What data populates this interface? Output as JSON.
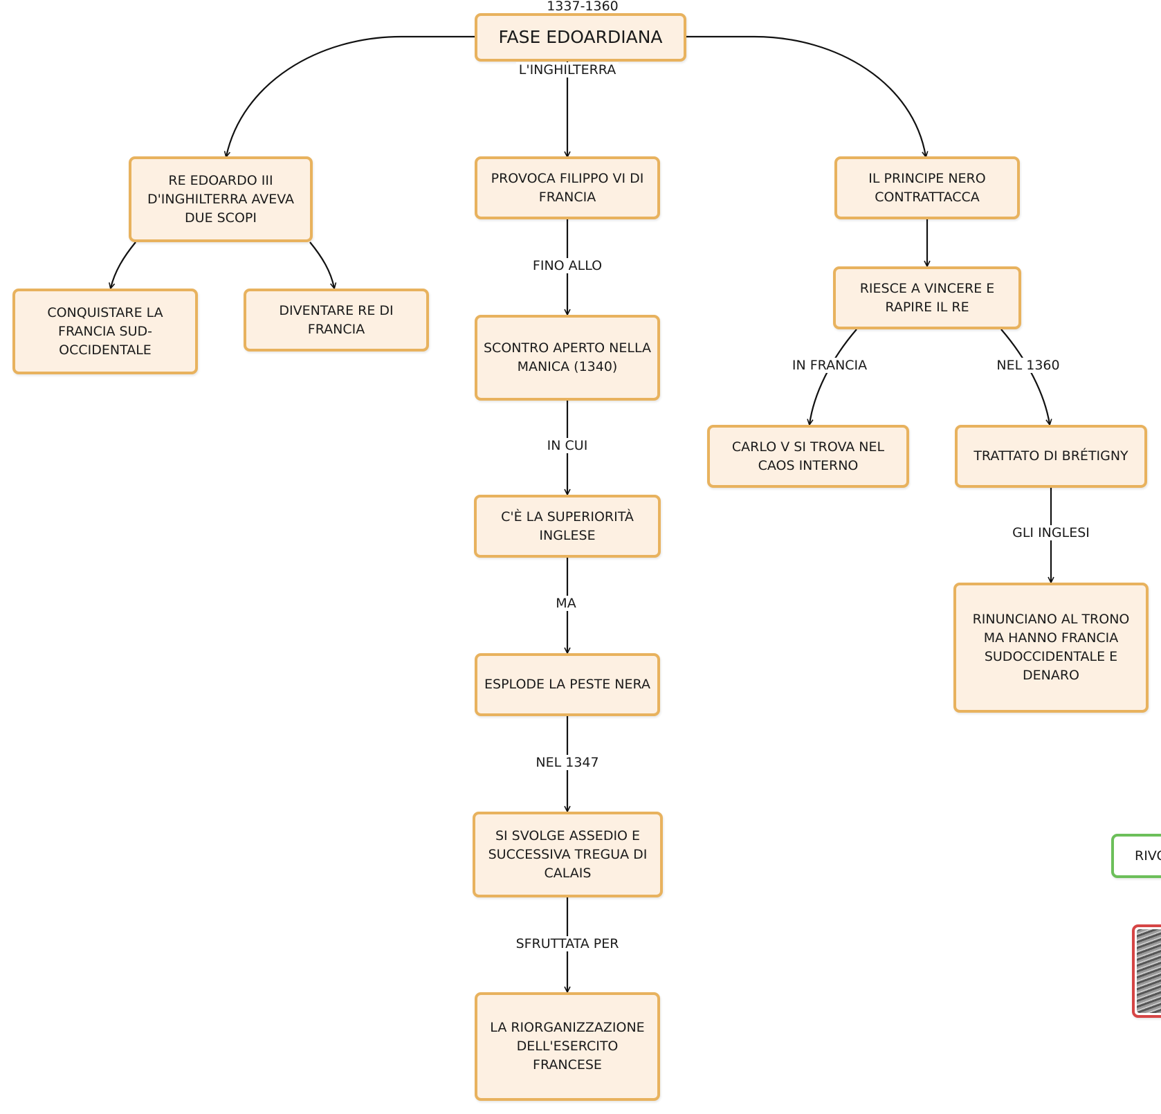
{
  "header": {
    "period": "1337-1360"
  },
  "nodes": {
    "root": "FASE EDOARDIANA",
    "edoardo": "RE EDOARDO III D'INGHILTERRA AVEVA DUE SCOPI",
    "conquistare": "CONQUISTARE LA FRANCIA SUD-OCCIDENTALE",
    "diventare": "DIVENTARE RE DI FRANCIA",
    "provoca": "PROVOCA FILIPPO VI DI FRANCIA",
    "scontro": "SCONTRO APERTO NELLA MANICA (1340)",
    "superiorita": "C'È LA SUPERIORITÀ INGLESE",
    "peste": "ESPLODE LA PESTE NERA",
    "assedio": "SI SVOLGE ASSEDIO E SUCCESSIVA TREGUA DI CALAIS",
    "riorganizzazione": "LA RIORGANIZZAZIONE DELL'ESERCITO FRANCESE",
    "principe": "IL PRINCIPE NERO CONTRATTACCA",
    "riesce": "RIESCE A VINCERE E RAPIRE IL RE",
    "carlo": "CARLO V SI TROVA NEL CAOS INTERNO",
    "trattato": "TRATTATO DI BRÉTIGNY",
    "rinunciano": "RINUNCIANO AL TRONO MA HANNO FRANCIA SUDOCCIDENTALE E DENARO",
    "rivo": "RIVO"
  },
  "edge_labels": {
    "inghilterra": "L'INGHILTERRA",
    "fino_allo": "FINO ALLO",
    "in_cui": "IN CUI",
    "ma": "MA",
    "nel_1347": "NEL 1347",
    "sfruttata_per": "SFRUTTATA PER",
    "in_francia": "IN FRANCIA",
    "nel_1360": "NEL 1360",
    "gli_inglesi": "GLI INGLESI"
  },
  "colors": {
    "node_fill": "#fdf0e2",
    "node_border": "#e8b25e",
    "edge": "#111111",
    "green_border": "#6cbf5a",
    "red_border": "#d64545"
  }
}
